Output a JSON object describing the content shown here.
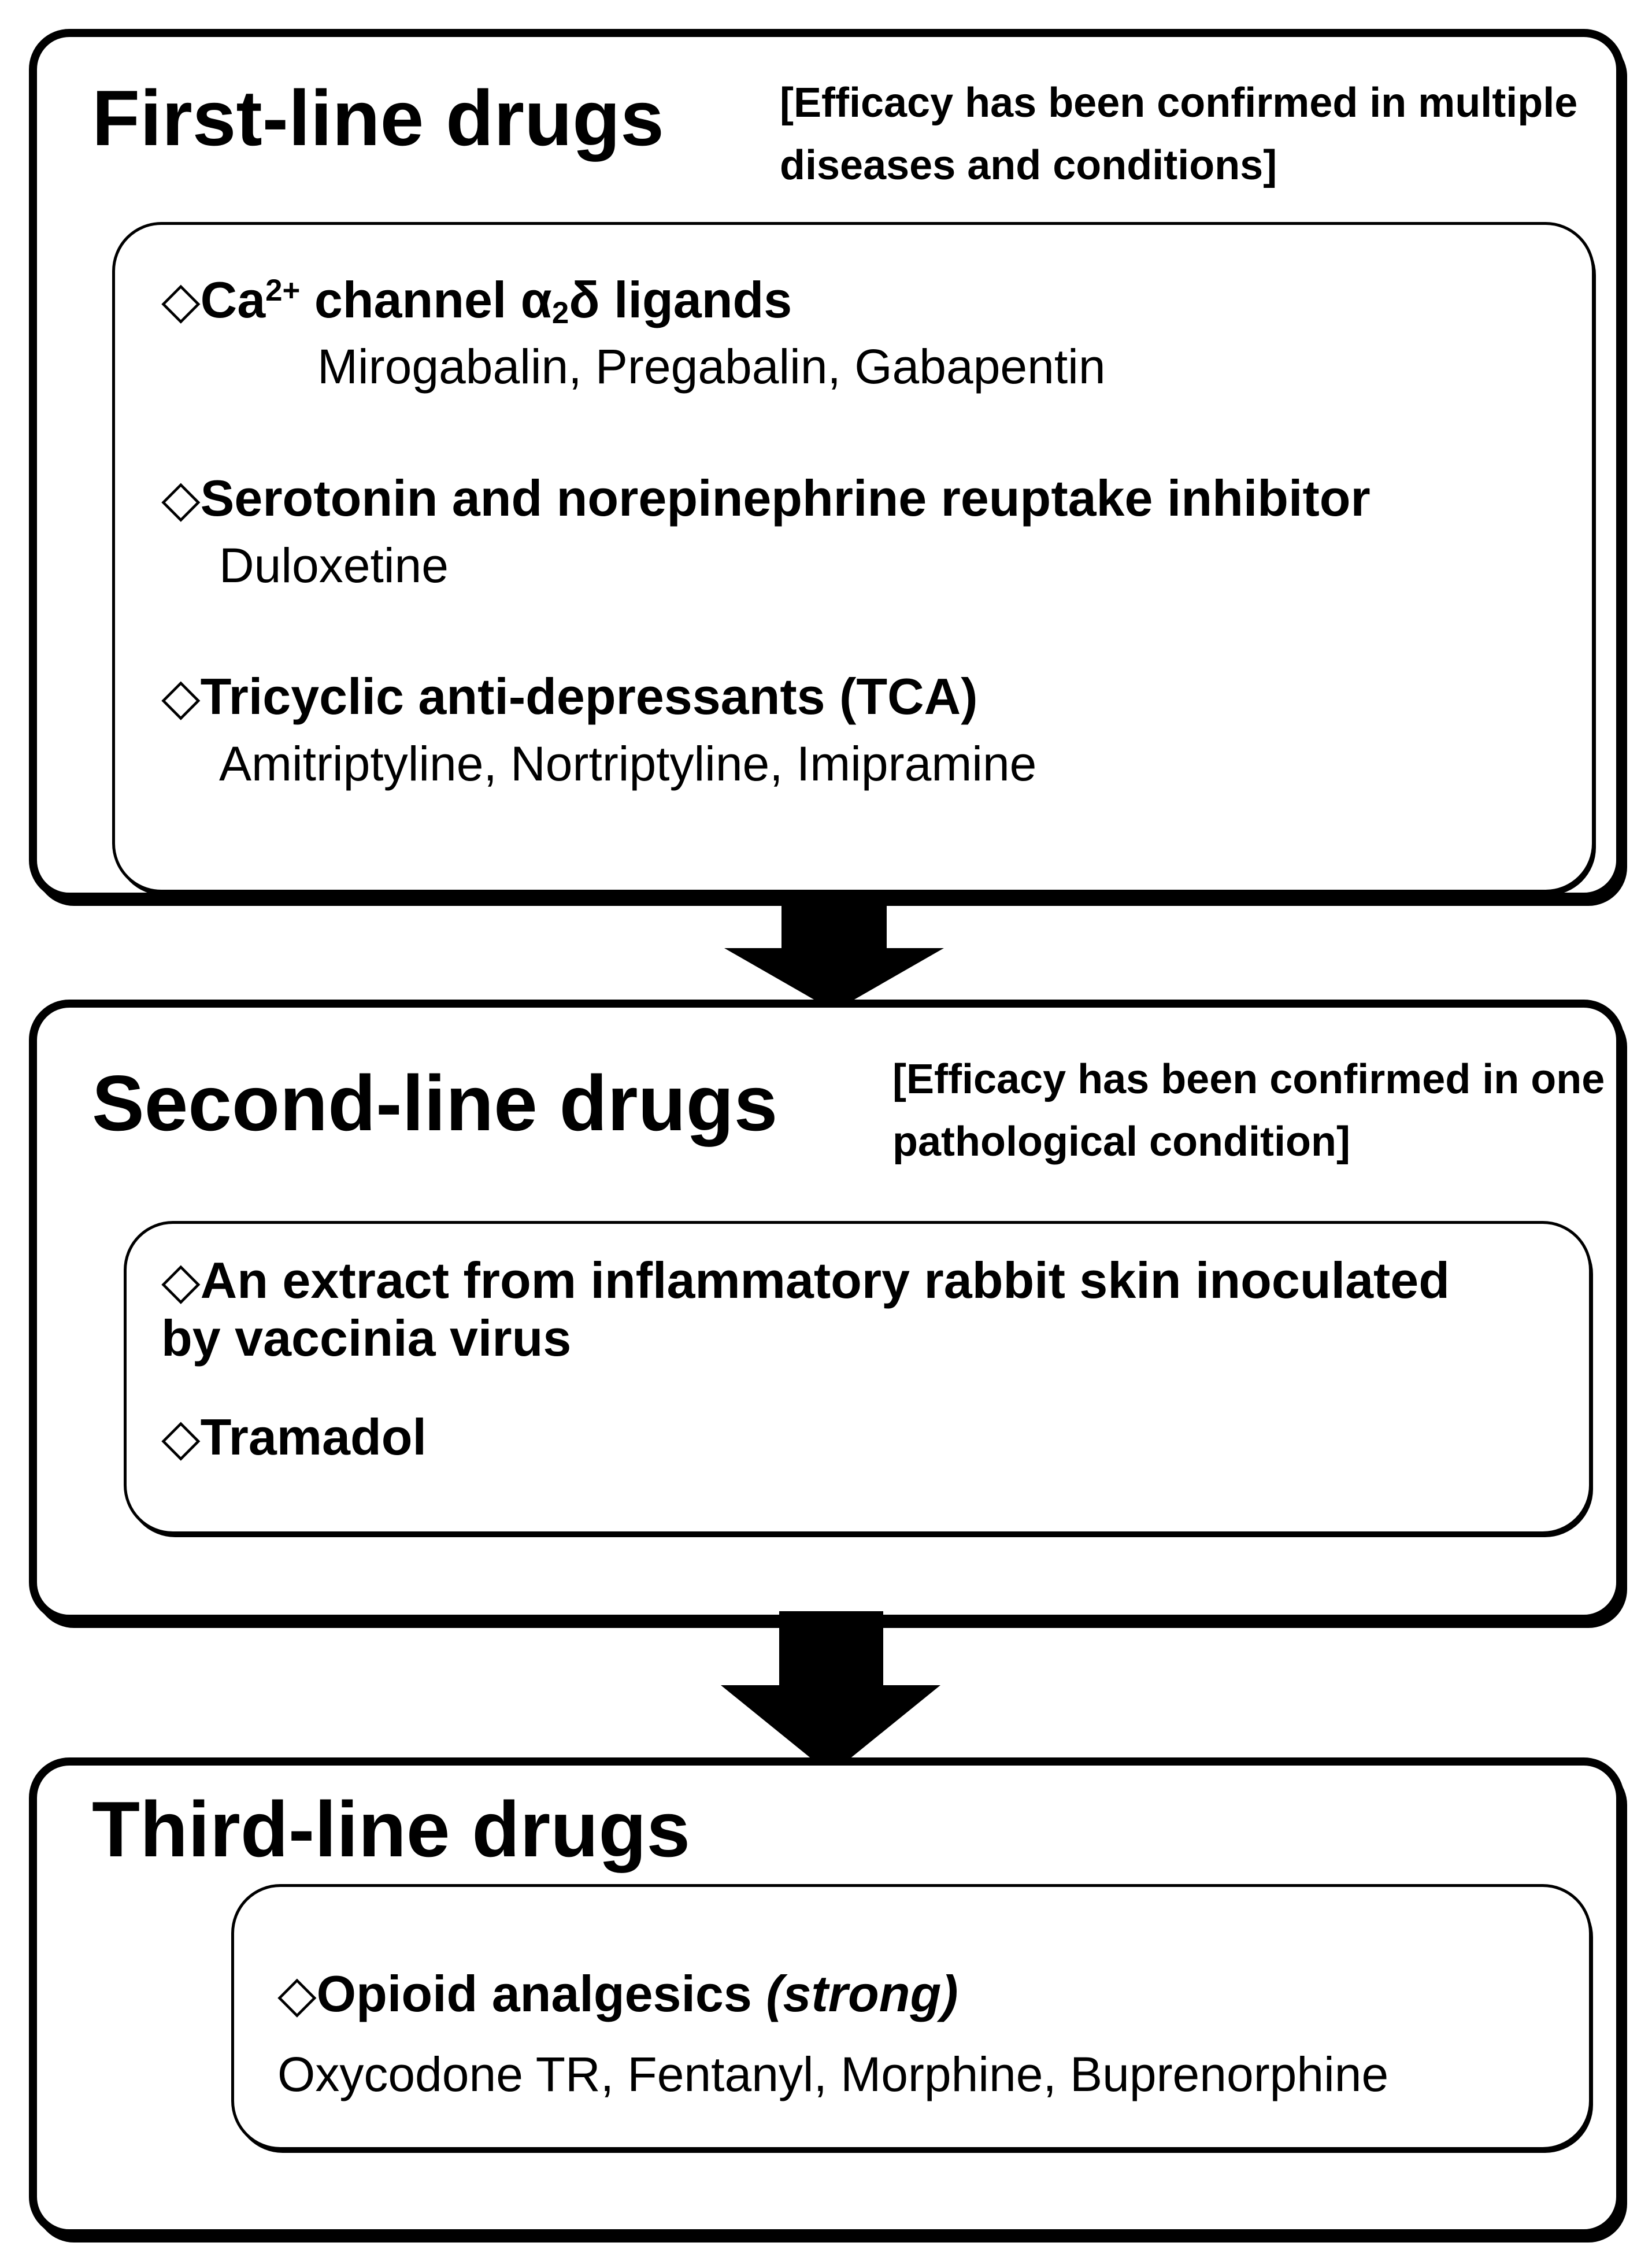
{
  "figure": {
    "background": "#ffffff",
    "line_color": "#000000",
    "arrow_color": "#000000",
    "arrow_direction": "down"
  },
  "sections": [
    {
      "title": "First-line drugs",
      "note_line1": "[Efficacy has been confirmed in multiple",
      "note_line2": "diseases and conditions]",
      "groups": [
        {
          "header_prefix": "◇Ca",
          "header_sup": "2+",
          "header_mid": " channel α",
          "header_sub": "2",
          "header_suffix": "δ ligands",
          "drugs": "Mirogabalin, Pregabalin, Gabapentin"
        },
        {
          "header": "◇Serotonin and norepinephrine reuptake inhibitor",
          "drugs": "Duloxetine"
        },
        {
          "header": "◇Tricyclic anti-depressants (TCA)",
          "drugs": "Amitriptyline, Nortriptyline, Imipramine"
        }
      ]
    },
    {
      "title": "Second-line drugs",
      "note_line1": "[Efficacy has been confirmed in one",
      "note_line2": "pathological condition]",
      "groups": [
        {
          "header_line1": "◇An extract from inflammatory rabbit skin inoculated",
          "header_line2": "by vaccinia virus"
        },
        {
          "header": "◇Tramadol"
        }
      ]
    },
    {
      "title": "Third-line drugs",
      "groups": [
        {
          "header_main": "◇Opioid analgesics ",
          "header_italic": "(strong)",
          "drugs": "Oxycodone TR, Fentanyl, Morphine, Buprenorphine"
        }
      ]
    }
  ]
}
